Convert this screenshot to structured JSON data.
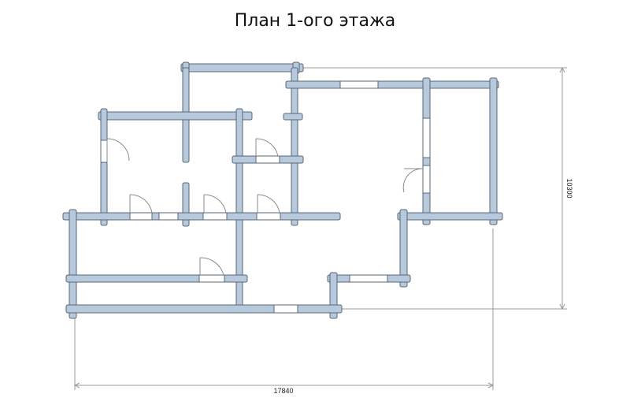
{
  "title": "План 1-ого этажа",
  "dimensions": {
    "width_label": "17840",
    "height_label": "10300"
  },
  "colors": {
    "wall_fill": "#b7c9dc",
    "wall_stroke": "#5a6775",
    "dimension_line": "#9a9a9a",
    "door_arc": "#8a8a8a"
  }
}
